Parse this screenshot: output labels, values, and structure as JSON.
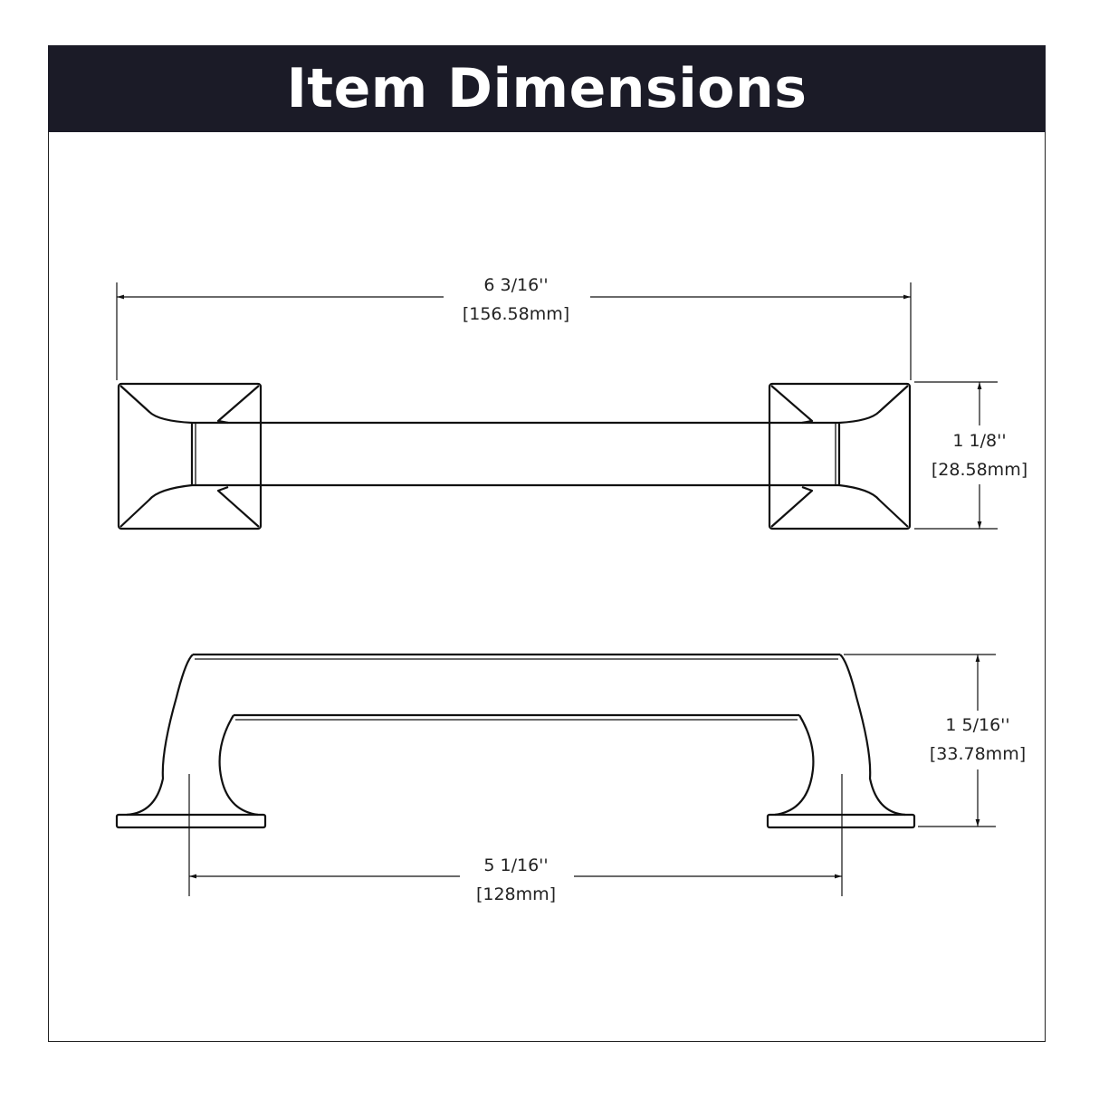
{
  "header": {
    "title": "Item Dimensions"
  },
  "dimensions": {
    "overall_length": {
      "imperial": "6 3/16''",
      "metric": "[156.58mm]"
    },
    "width": {
      "imperial": "1 1/8''",
      "metric": "[28.58mm]"
    },
    "projection": {
      "imperial": "1 5/16''",
      "metric": "[33.78mm]"
    },
    "center_to_center": {
      "imperial": "5 1/16''",
      "metric": "[128mm]"
    }
  }
}
